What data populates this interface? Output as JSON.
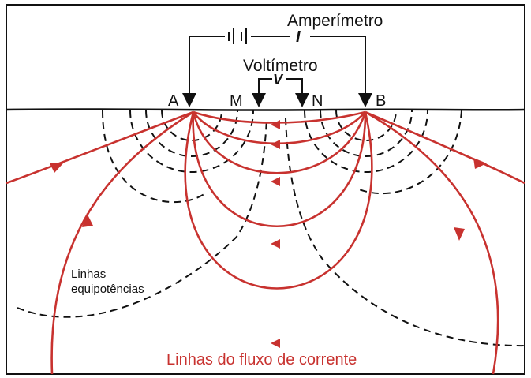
{
  "labels": {
    "ammeter": "Amperímetro",
    "ammeter_symbol": "I",
    "voltmeter": "Voltímetro",
    "voltmeter_symbol": "V",
    "electrode_a": "A",
    "electrode_m": "M",
    "electrode_n": "N",
    "electrode_b": "B",
    "equipotential_line1": "Linhas",
    "equipotential_line2": "equipotências",
    "current_flow": "Linhas do fluxo de corrente"
  },
  "colors": {
    "current_lines": "#c8322f",
    "equipotential_lines": "#111111",
    "wires": "#111111",
    "background": "#ffffff"
  }
}
